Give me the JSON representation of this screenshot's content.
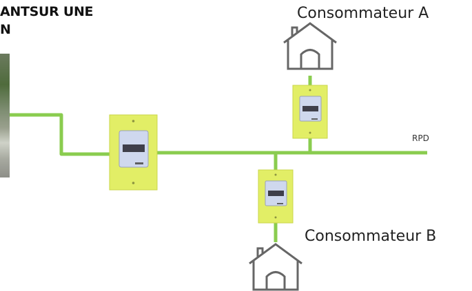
{
  "title": {
    "line1": "ANTSUR UNE",
    "line2": "N"
  },
  "labels": {
    "consumer_a": "Consommateur A",
    "consumer_b": "Consommateur B",
    "network": "RPD"
  },
  "colors": {
    "line": "#8acc4f",
    "meter_body": "#e2ee66",
    "meter_screen": "#cfd8ee",
    "house_stroke": "#666666"
  },
  "icons": [
    "meter-icon",
    "house-icon"
  ]
}
